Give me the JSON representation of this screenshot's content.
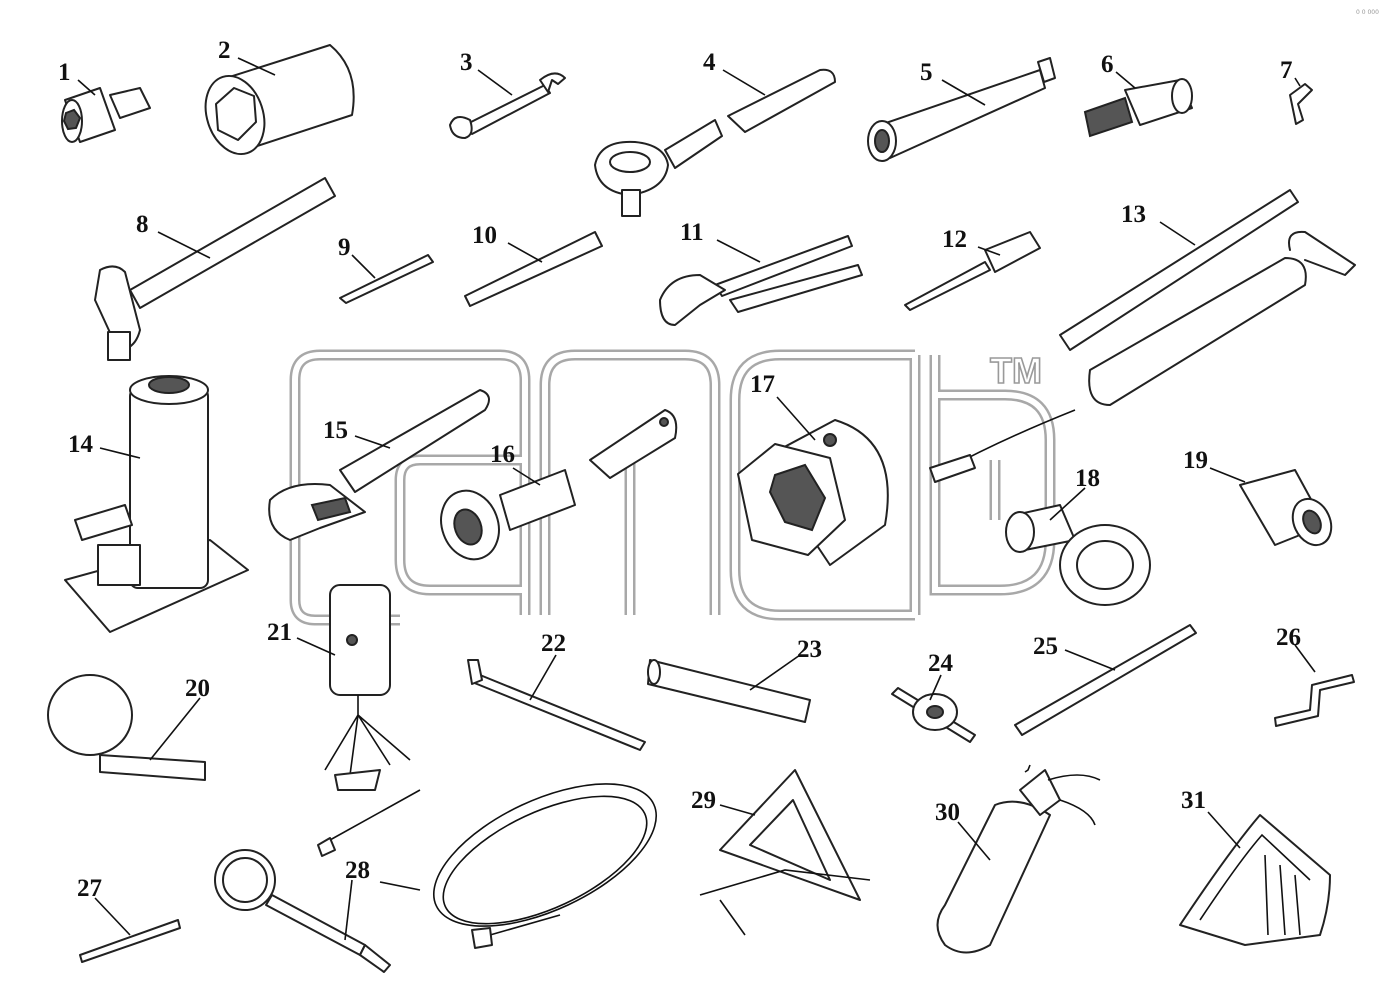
{
  "corner_mark": "0 0 000",
  "watermark": {
    "trademark": "TM"
  },
  "callouts": [
    "1",
    "2",
    "3",
    "4",
    "5",
    "6",
    "7",
    "8",
    "9",
    "10",
    "11",
    "12",
    "13",
    "14",
    "15",
    "16",
    "17",
    "18",
    "19",
    "20",
    "21",
    "22",
    "23",
    "24",
    "25",
    "26",
    "27",
    "28",
    "29",
    "30",
    "31"
  ],
  "tools": [
    {
      "number": "1",
      "icon": "socket-adapter-icon"
    },
    {
      "number": "2",
      "icon": "large-hex-socket-icon"
    },
    {
      "number": "3",
      "icon": "open-end-wrench-icon"
    },
    {
      "number": "4",
      "icon": "ratchet-handle-icon"
    },
    {
      "number": "5",
      "icon": "socket-extension-icon"
    },
    {
      "number": "6",
      "icon": "universal-joint-icon"
    },
    {
      "number": "7",
      "icon": "hex-key-icon"
    },
    {
      "number": "8",
      "icon": "hammer-icon"
    },
    {
      "number": "9",
      "icon": "small-screwdriver-icon"
    },
    {
      "number": "10",
      "icon": "chisel-icon"
    },
    {
      "number": "11",
      "icon": "pliers-icon"
    },
    {
      "number": "12",
      "icon": "screwdriver-icon"
    },
    {
      "number": "13",
      "icon": "grease-gun-icon"
    },
    {
      "number": "14",
      "icon": "hydraulic-jack-icon"
    },
    {
      "number": "15",
      "icon": "adjustable-wrench-icon"
    },
    {
      "number": "16",
      "icon": "wheel-nut-wrench-icon"
    },
    {
      "number": "17",
      "icon": "hub-nut-socket-icon"
    },
    {
      "number": "18",
      "icon": "spanner-socket-icon"
    },
    {
      "number": "19",
      "icon": "deep-socket-icon"
    },
    {
      "number": "20",
      "icon": "oil-filter-strap-icon"
    },
    {
      "number": "21",
      "icon": "inspection-lamp-icon"
    },
    {
      "number": "22",
      "icon": "pry-bar-icon"
    },
    {
      "number": "23",
      "icon": "tommy-bar-icon"
    },
    {
      "number": "24",
      "icon": "valve-tool-icon"
    },
    {
      "number": "25",
      "icon": "extension-rod-icon"
    },
    {
      "number": "26",
      "icon": "crank-handle-icon"
    },
    {
      "number": "27",
      "icon": "tire-valve-tool-icon"
    },
    {
      "number": "28",
      "icon": "tire-inflator-hose-icon"
    },
    {
      "number": "29",
      "icon": "warning-triangle-icon"
    },
    {
      "number": "30",
      "icon": "fire-extinguisher-icon"
    },
    {
      "number": "31",
      "icon": "wheel-chock-icon"
    }
  ],
  "colors": {
    "line": "#111111",
    "background": "#ffffff",
    "watermark": "#a8a8a8"
  }
}
